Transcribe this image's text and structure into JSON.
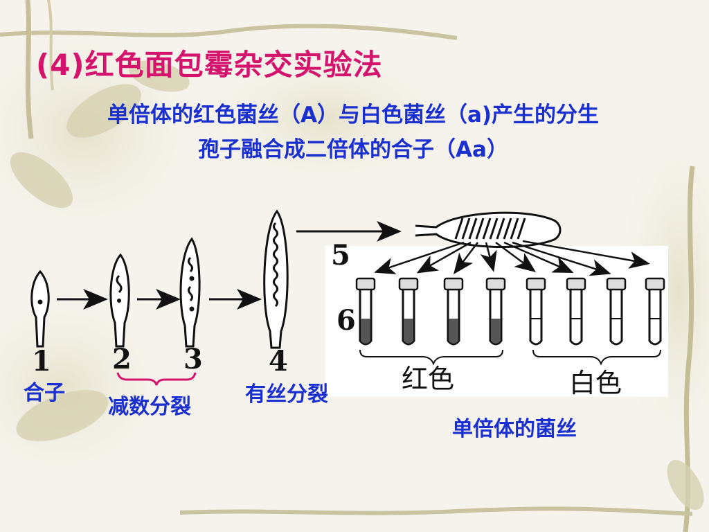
{
  "title": "(4)红色面包霉杂交实验法",
  "description": {
    "line1": "单倍体的红色菌丝（A）与白色菌丝（a)产生的分生",
    "line2": "孢子融合成二倍体的合子（Aa）"
  },
  "stages": {
    "numbers": [
      "1",
      "2",
      "3",
      "4"
    ],
    "arrow_5": "5",
    "row_6": "6"
  },
  "labels": {
    "zygote": "合子",
    "meiosis": "减数分裂",
    "mitosis": "有丝分裂",
    "haploid_hyphae": "单倍体的菌丝"
  },
  "tube_groups": {
    "red": "红色",
    "white": "白色"
  },
  "colors": {
    "title": "#d4146c",
    "text": "#1a2fd0",
    "bracket": "#d4146c"
  }
}
